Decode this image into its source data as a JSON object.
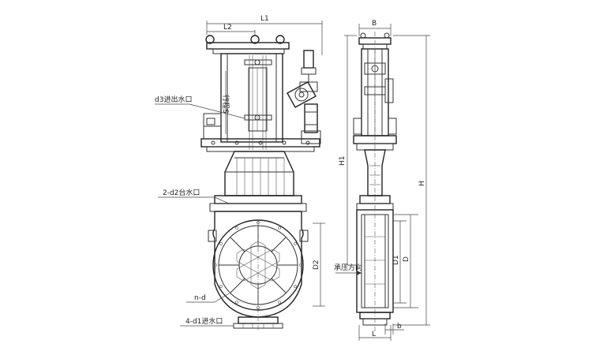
{
  "dimensions": {
    "L1": "L1",
    "L2": "L2",
    "B": "B",
    "H": "H",
    "H1": "H1",
    "D": "D",
    "D1": "D1",
    "D2": "D2",
    "L": "L",
    "b": "b"
  },
  "callouts": {
    "d3": "d3进出水口",
    "stroke": "行程S",
    "d2": "2-d2台水口",
    "nd": "n-d",
    "d1": "4-d1进水口",
    "pressure": "承压方向"
  }
}
